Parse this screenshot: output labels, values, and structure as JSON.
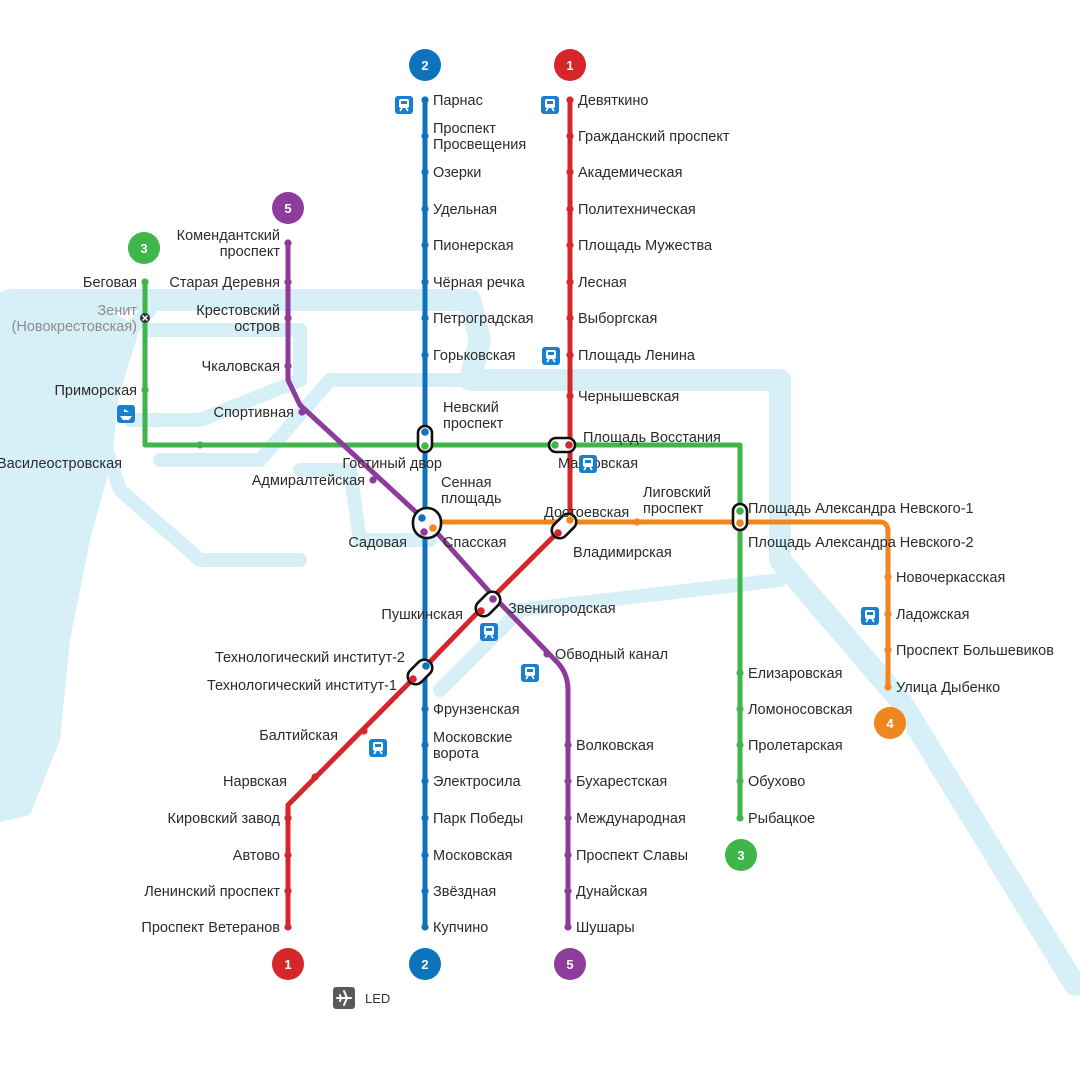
{
  "colors": {
    "line1": "#d6262a",
    "line2": "#0d73bc",
    "line3": "#3fb54a",
    "line4": "#f0861e",
    "line5": "#8d3c9c",
    "water": "#d7f0f8",
    "train_icon": "#1a7fcf"
  },
  "lines": [
    {
      "id": "l1",
      "number": "1"
    },
    {
      "id": "l2",
      "number": "2"
    },
    {
      "id": "l3",
      "number": "3"
    },
    {
      "id": "l4",
      "number": "4"
    },
    {
      "id": "l5",
      "number": "5"
    }
  ],
  "stations": {
    "l1": [
      "Девяткино",
      "Гражданский проспект",
      "Академическая",
      "Политехническая",
      "Площадь Мужества",
      "Лесная",
      "Выборгская",
      "Площадь Ленина",
      "Чернышевская",
      "Площадь Восстания",
      "Владимирская",
      "Пушкинская",
      "Технологический институт-1",
      "Балтийская",
      "Нарвская",
      "Кировский завод",
      "Автово",
      "Ленинский проспект",
      "Проспект Ветеранов"
    ],
    "l2": [
      "Парнас",
      "Проспект Просвещения",
      "Озерки",
      "Удельная",
      "Пионерская",
      "Чёрная речка",
      "Петроградская",
      "Горьковская",
      "Невский проспект",
      "Сенная площадь",
      "Технологический институт-2",
      "Фрунзенская",
      "Московские ворота",
      "Электросила",
      "Парк Победы",
      "Московская",
      "Звёздная",
      "Купчино"
    ],
    "l3": [
      "Беговая",
      "Зенит (Новокрестовская)",
      "Приморская",
      "Василеостровская",
      "Гостиный двор",
      "Маяковская",
      "Площадь Александра Невского-1",
      "Елизаровская",
      "Ломоносовская",
      "Пролетарская",
      "Обухово",
      "Рыбацкое"
    ],
    "l4": [
      "Спасская",
      "Достоевская",
      "Лиговский проспект",
      "Площадь Александра Невского-2",
      "Новочеркасская",
      "Ладожская",
      "Проспект Большевиков",
      "Улица Дыбенко"
    ],
    "l5": [
      "Комендантский проспект",
      "Старая Деревня",
      "Крестовский остров",
      "Чкаловская",
      "Спортивная",
      "Адмиралтейская",
      "Садовая",
      "Звенигородская",
      "Обводный канал",
      "Волковская",
      "Бухарестская",
      "Международная",
      "Проспект Славы",
      "Дунайская",
      "Шушары"
    ]
  },
  "legend": {
    "icon": "airplane-icon",
    "label": "LED"
  },
  "icons": {
    "rail": "train-icon",
    "port": "ship-icon",
    "stadium": "stadium-icon"
  }
}
